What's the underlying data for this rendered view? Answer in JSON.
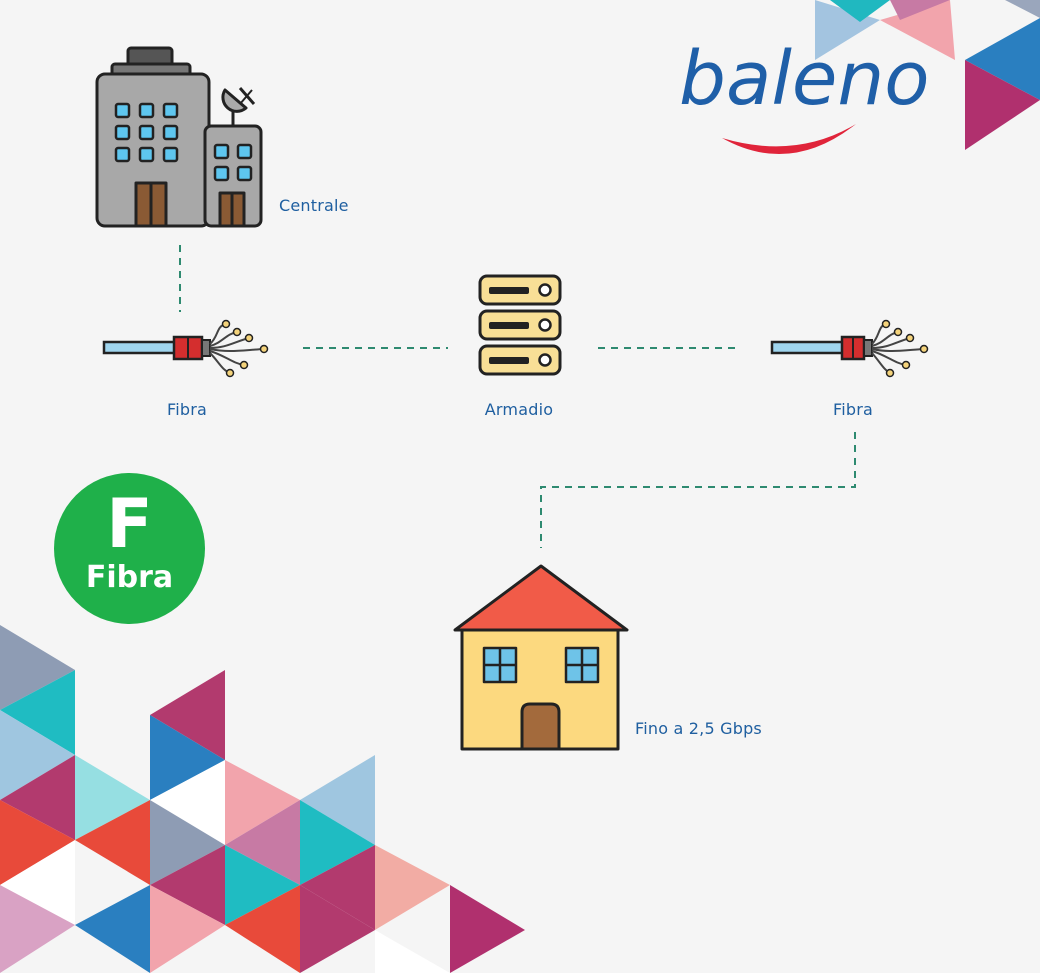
{
  "brand": {
    "name": "baleno",
    "colors": {
      "logo_blue": "#1f5fa8",
      "logo_swoosh": "#e0243a",
      "label_blue": "#1f5fa0",
      "connector_green": "#2e8a70"
    }
  },
  "nodes": {
    "centrale": {
      "label": "Centrale",
      "icon": "central-office-building-icon"
    },
    "fibra_left": {
      "label": "Fibra",
      "icon": "fiber-optic-cable-icon"
    },
    "armadio": {
      "label": "Armadio",
      "icon": "street-cabinet-server-icon"
    },
    "fibra_right": {
      "label": "Fibra",
      "icon": "fiber-optic-cable-icon"
    },
    "house": {
      "label": "Fino a 2,5 Gbps",
      "icon": "house-icon"
    }
  },
  "badge": {
    "letter": "F",
    "word": "Fibra",
    "color": "#1fb04a"
  },
  "connections": [
    {
      "from": "centrale",
      "to": "fibra_left",
      "style": "dashed"
    },
    {
      "from": "fibra_left",
      "to": "armadio",
      "style": "dashed"
    },
    {
      "from": "armadio",
      "to": "fibra_right",
      "style": "dashed"
    },
    {
      "from": "fibra_right",
      "to": "house",
      "style": "dashed"
    }
  ]
}
